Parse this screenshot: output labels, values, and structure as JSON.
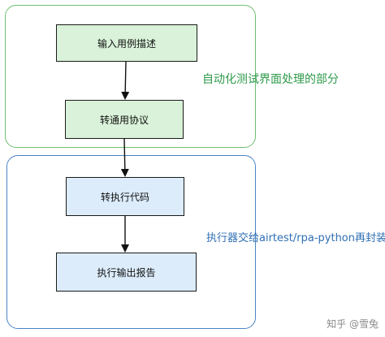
{
  "groups": {
    "ui_test_part": {
      "label": "自动化测试界面处理的部分",
      "color": "#6fbf73"
    },
    "rpa_part": {
      "label": "执行器交给airtest/rpa-python再封装",
      "color": "#4a84c4"
    }
  },
  "nodes": [
    {
      "id": "input-case",
      "label": "输入用例描述",
      "fill": "#d9f2d9"
    },
    {
      "id": "convert-protocol",
      "label": "转通用协议",
      "fill": "#d9f2d9"
    },
    {
      "id": "convert-code",
      "label": "转执行代码",
      "fill": "#dcecfb"
    },
    {
      "id": "output-report",
      "label": "执行输出报告",
      "fill": "#dcecfb"
    }
  ],
  "edges": [
    {
      "from": "input-case",
      "to": "convert-protocol"
    },
    {
      "from": "convert-protocol",
      "to": "convert-code"
    },
    {
      "from": "convert-code",
      "to": "output-report"
    }
  ],
  "watermark": "知乎 @雪兔"
}
